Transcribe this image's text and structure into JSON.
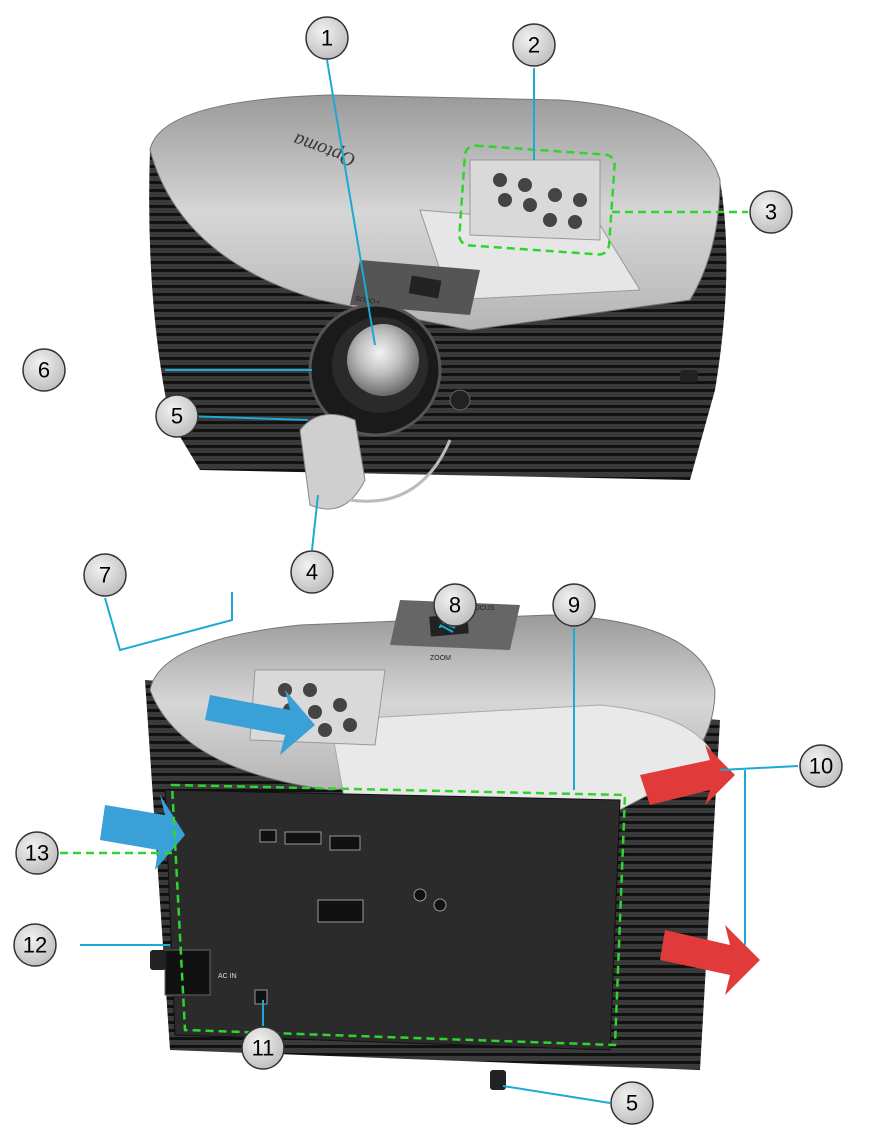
{
  "brand": {
    "logo_text": "Optoma"
  },
  "labels": {
    "focus": "FOCUS",
    "zoom": "ZOOM",
    "ac_in": "AC IN"
  },
  "callouts": [
    {
      "id": "1"
    },
    {
      "id": "2"
    },
    {
      "id": "3"
    },
    {
      "id": "4"
    },
    {
      "id": "5"
    },
    {
      "id": "6"
    },
    {
      "id": "7"
    },
    {
      "id": "8"
    },
    {
      "id": "9"
    },
    {
      "id": "10"
    },
    {
      "id": "11"
    },
    {
      "id": "12"
    },
    {
      "id": "13"
    },
    {
      "id": "5"
    }
  ],
  "colors": {
    "leader": "#1ba9d6",
    "dashed_highlight": "#2fd42f",
    "intake_arrow": "#3aa0d8",
    "exhaust_arrow": "#e03a3a",
    "badge_fill": "#dcdcdc"
  }
}
